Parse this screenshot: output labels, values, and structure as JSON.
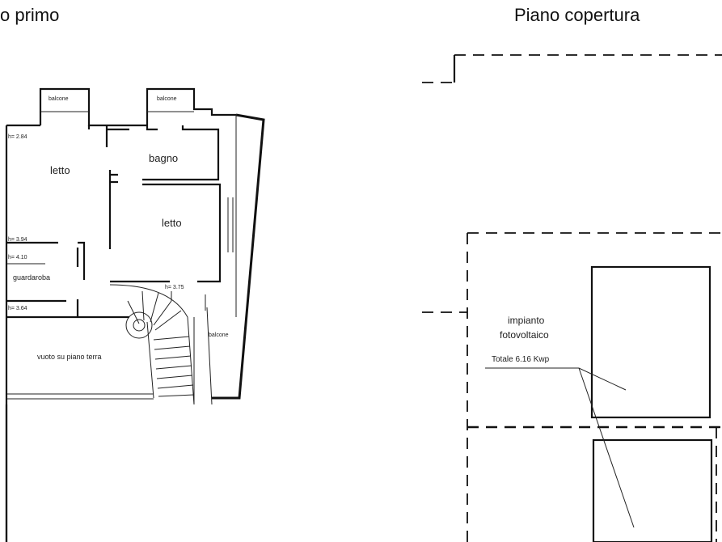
{
  "titles": {
    "left": "o primo",
    "right": "Piano copertura"
  },
  "rooms": {
    "letto_1": "letto",
    "bagno": "bagno",
    "letto_2": "letto",
    "guardaroba": "guardaroba",
    "vuoto": "vuoto su piano terra"
  },
  "balconies": {
    "b1": "balcone",
    "b2": "balcone",
    "b3": "balcone"
  },
  "heights": {
    "h1": "h= 2.84",
    "h2": "h= 3.94",
    "h3": "h= 4.10",
    "h4": "h= 3.64",
    "h5": "h= 3.75"
  },
  "roof": {
    "label_line1": "impianto",
    "label_line2": "fotovoltaico",
    "total": "Totale 6.16 Kwp"
  }
}
